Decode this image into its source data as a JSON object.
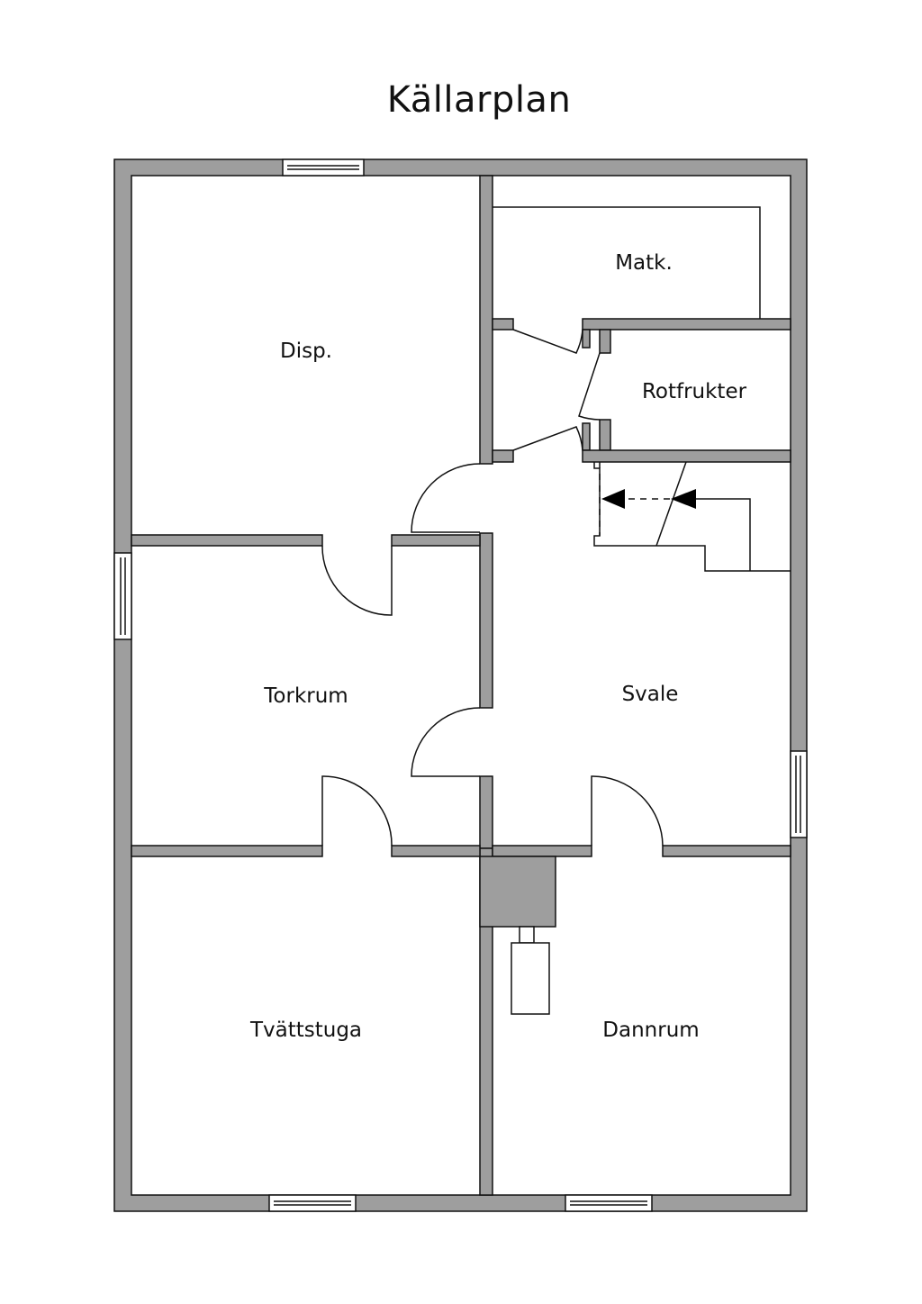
{
  "title": "Källarplan",
  "rooms": {
    "disp": "Disp.",
    "matk": "Matk.",
    "rotfrukter": "Rotfrukter",
    "torkrum": "Torkrum",
    "svale": "Svale",
    "tvattstuga": "Tvättstuga",
    "dannrum": "Dannrum"
  },
  "colors": {
    "wall": "#9e9e9e",
    "line": "#111111",
    "background": "#ffffff"
  }
}
